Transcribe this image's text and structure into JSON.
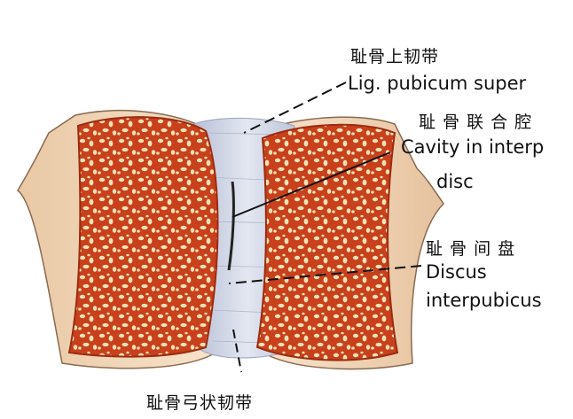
{
  "labels": {
    "superior_ligament_zh": "耻骨上韧带",
    "superior_ligament_en": "Lig. pubicum super",
    "cavity_zh": "耻 骨 联 合 腔",
    "cavity_en_1": "Cavity in interp",
    "cavity_en_2": "disc",
    "disc_zh": "耻 骨 间 盘",
    "disc_en_1": "Discus",
    "disc_en_2": "interpubicus",
    "arcuate_ligament_zh": "耻骨弓状韧带"
  },
  "colors": {
    "bone_outer": "#f3d7bd",
    "spongy_bone": "#c8401c",
    "trabeculae": "#f6e2b6",
    "cartilage_disc": "#c9cfe0",
    "leader_line": "#111111"
  }
}
